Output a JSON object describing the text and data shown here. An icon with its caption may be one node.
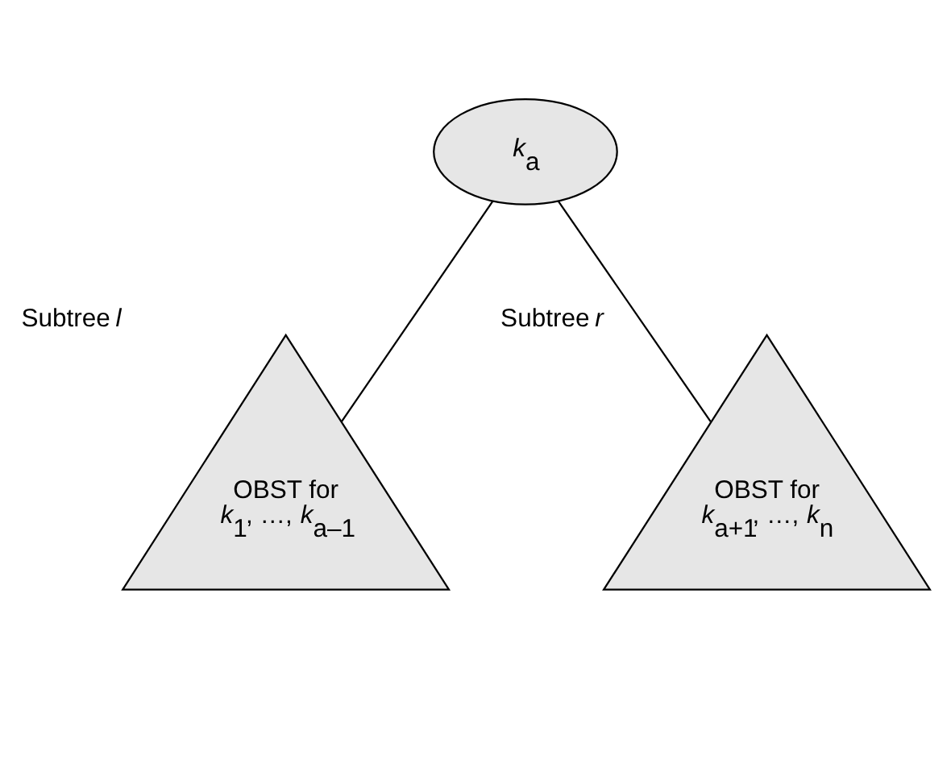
{
  "diagram": {
    "nodes": [
      {
        "text": [
          "*k*$_{a}$"
        ]
      },
      {
        "text": [
          "OBST for *k*$_{1}$, …, *k*$_{a–1}$"
        ],
        "beside": [
          "Subtree *l*"
        ]
      },
      {
        "text": [
          "OBST for *k*$_{a+1}$, …, *k*$_{n}$"
        ],
        "beside": [
          "Subtree *r*"
        ]
      }
    ],
    "edges": [
      {
        "from": 0,
        "to": 1,
        "arrow": "none"
      },
      {
        "from": 0,
        "to": 2,
        "arrow": "none"
      }
    ]
  }
}
